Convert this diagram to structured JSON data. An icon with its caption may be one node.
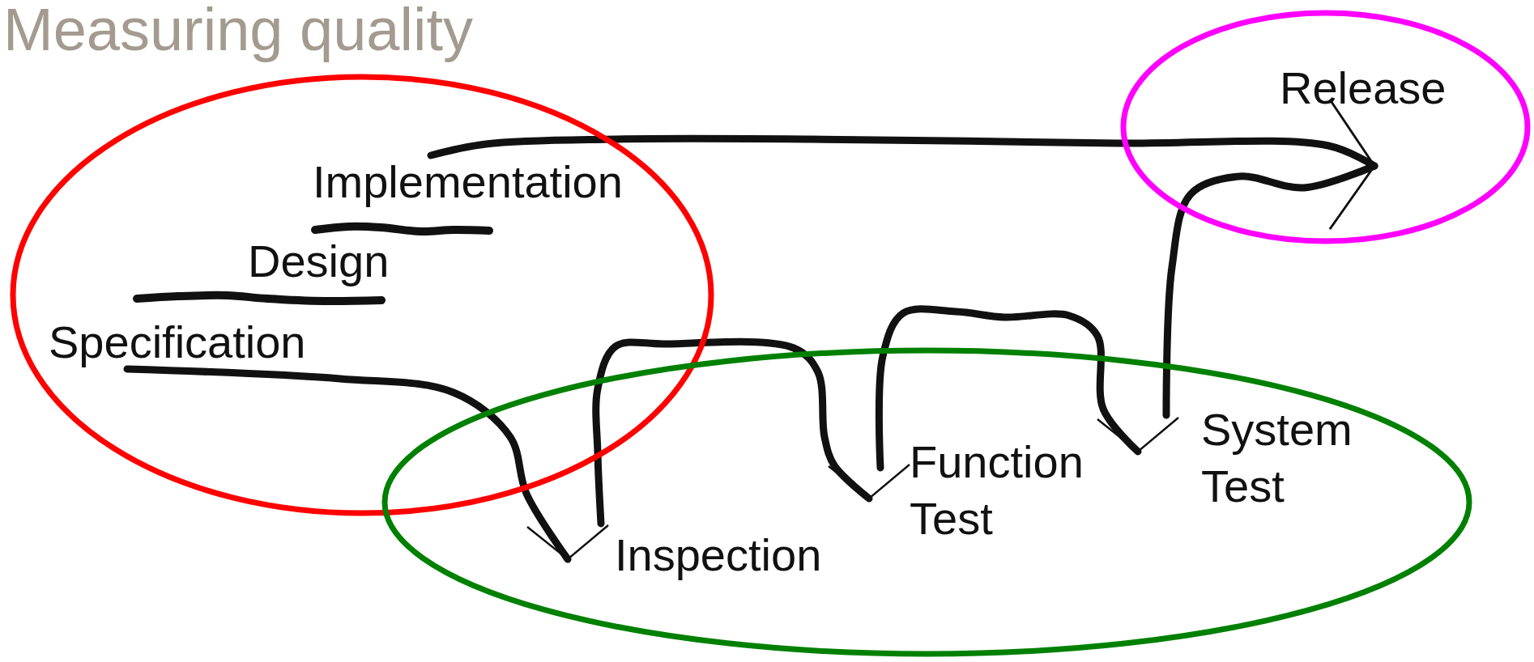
{
  "diagram": {
    "title": "Measuring quality",
    "nodes": [
      {
        "text": [],
        "shape": "ellipse"
      },
      {
        "text": [
          "Implementation"
        ],
        "in": 0
      },
      {
        "text": [
          "Design"
        ],
        "in": 0
      },
      {
        "text": [
          "Specification"
        ],
        "in": 0
      },
      {
        "text": [],
        "shape": "ellipse"
      },
      {
        "text": [
          "Release"
        ],
        "in": 4
      },
      {
        "text": [],
        "shape": "ellipse"
      },
      {
        "text": [
          "Inspection"
        ],
        "in": 6
      },
      {
        "text": [
          "Function Test"
        ],
        "in": 6
      },
      {
        "text": [
          "System Test"
        ],
        "in": 6
      }
    ],
    "edges": [
      {
        "from": 3,
        "to": 7,
        "arrow": "to"
      },
      {
        "from": 7,
        "to": 8,
        "arrow": "to"
      },
      {
        "from": 8,
        "to": 9,
        "arrow": "to"
      },
      {
        "from": 9,
        "to": 5,
        "arrow": "to"
      },
      {
        "from": 1,
        "to": 5,
        "arrow": "to"
      }
    ]
  }
}
